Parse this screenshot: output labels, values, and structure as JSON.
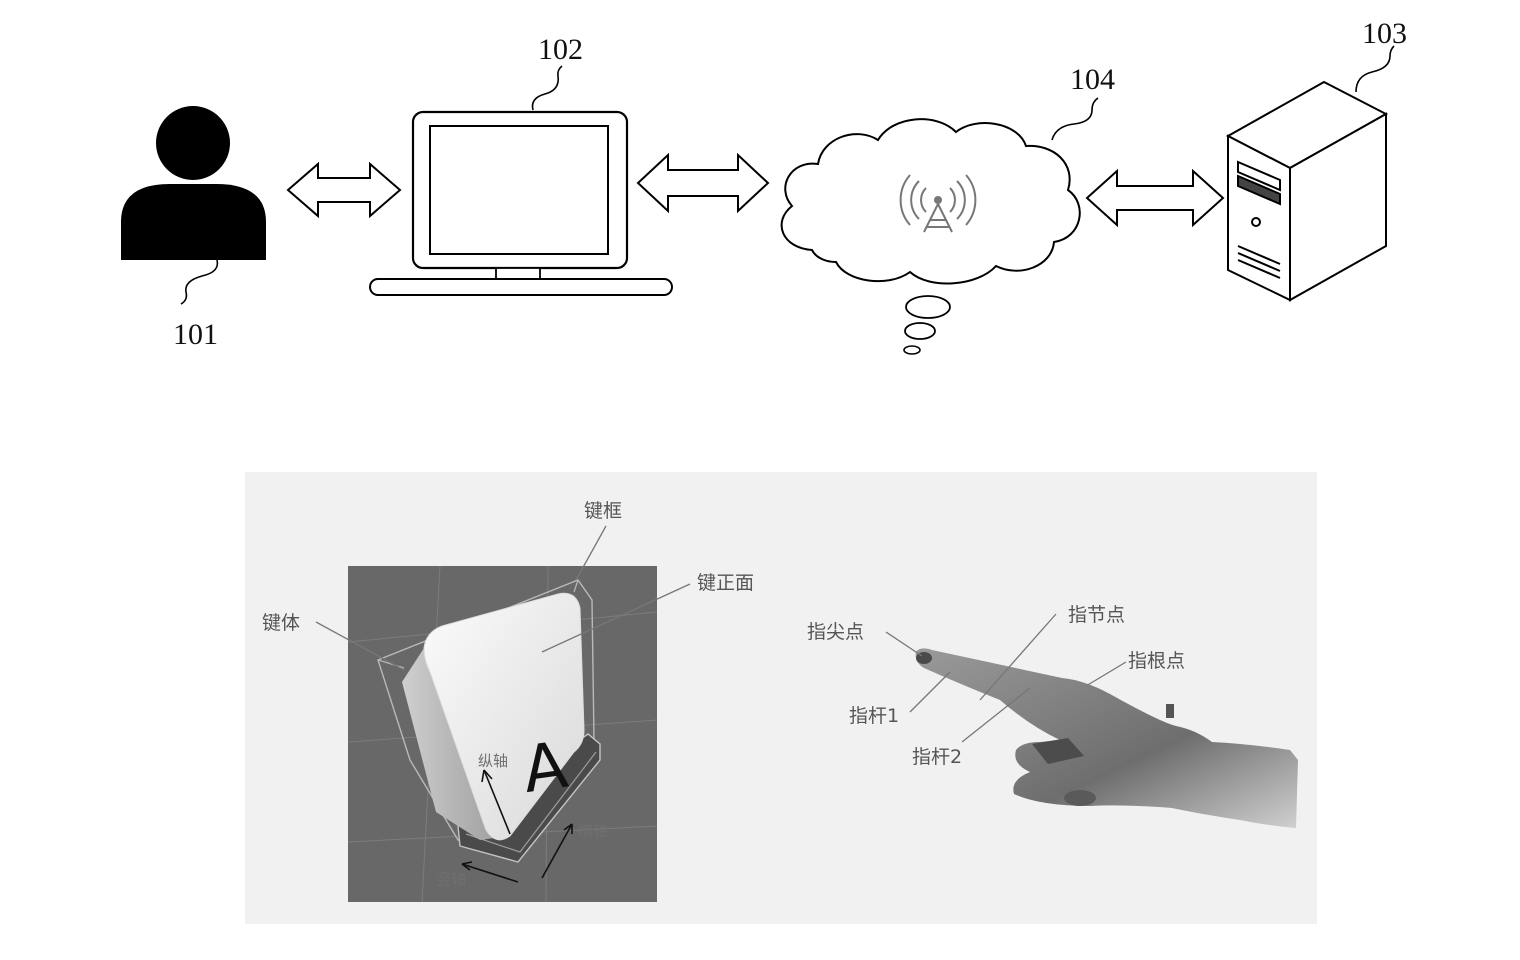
{
  "figure_top": {
    "user_ref": "101",
    "laptop_ref": "102",
    "server_ref": "103",
    "network_ref": "104"
  },
  "figure_bottom": {
    "key_frame": "键框",
    "key_face": "键正面",
    "key_body": "键体",
    "key_character": "A",
    "longitudinal_axis": "纵轴",
    "transverse_axis": "横轴",
    "vertical_axis": "竖轴",
    "fingertip_point": "指尖点",
    "knuckle_point": "指节点",
    "finger_root_point": "指根点",
    "finger_rod_1": "指杆1",
    "finger_rod_2": "指杆2"
  }
}
